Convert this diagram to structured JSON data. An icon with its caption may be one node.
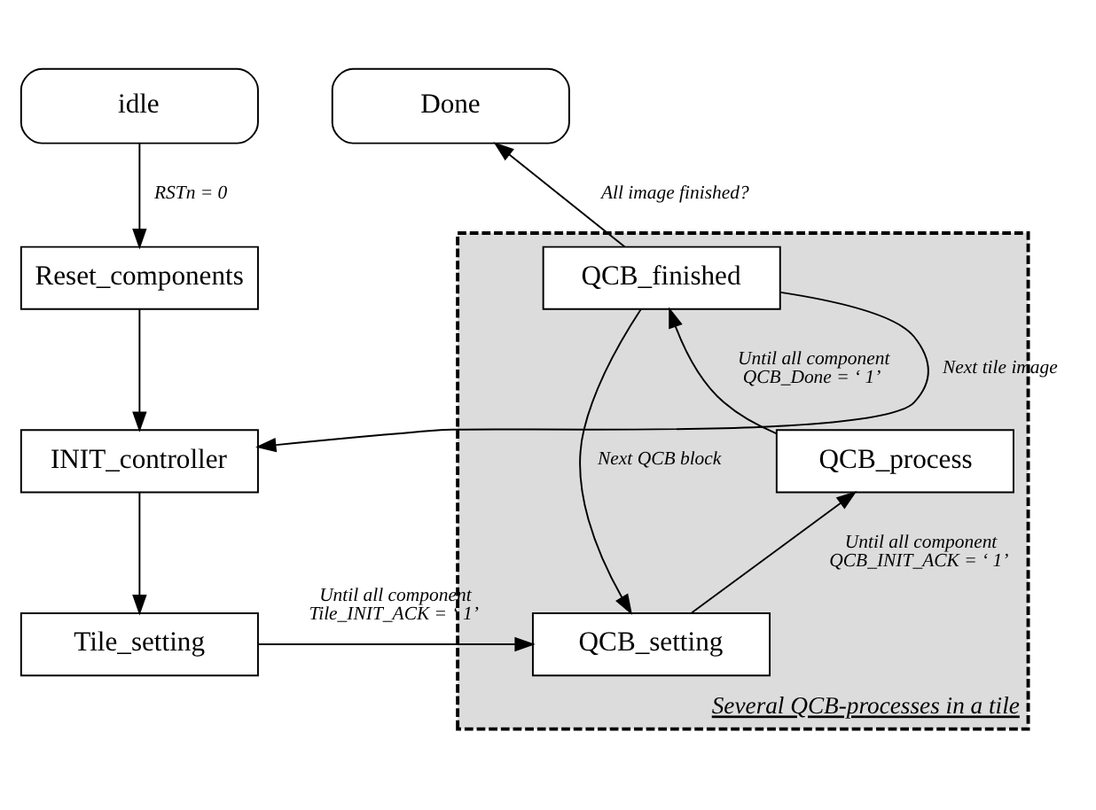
{
  "diagram": {
    "nodes": [
      {
        "text": [
          "idle"
        ]
      },
      {
        "text": [
          "Reset_components"
        ]
      },
      {
        "text": [
          "INIT_controller"
        ]
      },
      {
        "text": [
          "Tile_setting"
        ]
      },
      {
        "text": [
          "Several QCB-processes in a tile"
        ]
      },
      {
        "text": [
          "Done"
        ]
      },
      {
        "text": [
          "QCB_finished"
        ],
        "in": 4
      },
      {
        "text": [
          "QCB_process"
        ],
        "in": 4
      },
      {
        "text": [
          "QCB_setting"
        ],
        "in": 4
      }
    ],
    "edges": [
      {
        "from": 0,
        "to": 1,
        "arrow": "to",
        "label": "RSTn = 0"
      },
      {
        "from": 1,
        "to": 2,
        "arrow": "to"
      },
      {
        "from": 2,
        "to": 3,
        "arrow": "to"
      },
      {
        "from": 3,
        "to": 8,
        "arrow": "to",
        "label": "Until all component Tile_INIT_ACK = ‘ 1’"
      },
      {
        "from": 8,
        "to": 7,
        "arrow": "to",
        "label": "Until all component QCB_INIT_ACK = ‘ 1’"
      },
      {
        "from": 7,
        "to": 6,
        "arrow": "to",
        "label": "Until all component QCB_Done = ‘ 1’"
      },
      {
        "from": 6,
        "to": 5,
        "arrow": "to",
        "label": "All image finished?"
      },
      {
        "from": 6,
        "to": 2,
        "arrow": "to",
        "label": "Next tile image"
      },
      {
        "from": 6,
        "to": 8,
        "arrow": "to",
        "label": "Next QCB block"
      }
    ]
  }
}
